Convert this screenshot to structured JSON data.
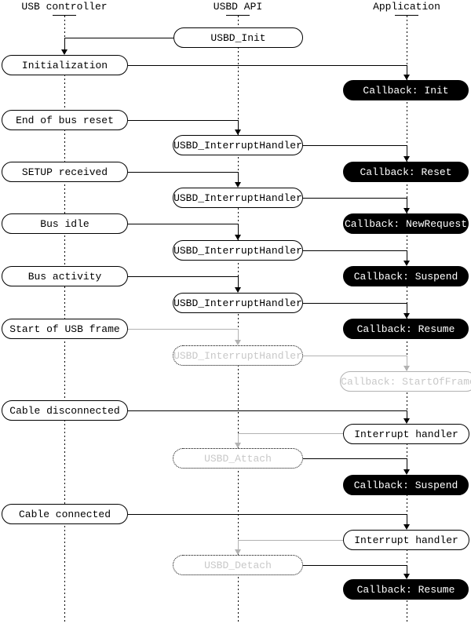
{
  "columns": {
    "left": "USB controller",
    "center": "USBD API",
    "right": "Application"
  },
  "labels": {
    "usbd_init": "USBD_Init",
    "usbd_interrupt_handler": "USBD_InterruptHandler",
    "usbd_attach": "USBD_Attach",
    "usbd_detach": "USBD_Detach",
    "initialization": "Initialization",
    "end_of_bus_reset": "End of bus reset",
    "setup_received": "SETUP received",
    "bus_idle": "Bus idle",
    "bus_activity": "Bus activity",
    "start_of_usb_frame": "Start of USB frame",
    "cable_disconnected": "Cable disconnected",
    "cable_connected": "Cable connected",
    "interrupt_handler": "Interrupt handler",
    "cb_init": "Callback: Init",
    "cb_reset": "Callback: Reset",
    "cb_new_request": "Callback: NewRequest",
    "cb_suspend": "Callback: Suspend",
    "cb_resume": "Callback: Resume",
    "cb_start_of_frame": "Callback: StartOfFrame"
  },
  "colors": {
    "line": "#000000",
    "gray_line": "#b2b2b2",
    "gray_text": "#c8c8c8",
    "callback_bg": "#000000",
    "callback_text": "#ffffff",
    "background": "#ffffff"
  },
  "flows": [
    {
      "from": "USBD_Init",
      "to": "Initialization",
      "style": "black"
    },
    {
      "from": "Initialization",
      "to": "Callback: Init",
      "style": "black"
    },
    {
      "from": "End of bus reset",
      "to": "USBD_InterruptHandler",
      "style": "black"
    },
    {
      "from": "USBD_InterruptHandler",
      "to": "Callback: Reset",
      "style": "black"
    },
    {
      "from": "SETUP received",
      "to": "USBD_InterruptHandler",
      "style": "black"
    },
    {
      "from": "USBD_InterruptHandler",
      "to": "Callback: NewRequest",
      "style": "black"
    },
    {
      "from": "Bus idle",
      "to": "USBD_InterruptHandler",
      "style": "black"
    },
    {
      "from": "USBD_InterruptHandler",
      "to": "Callback: Suspend",
      "style": "black"
    },
    {
      "from": "Bus activity",
      "to": "USBD_InterruptHandler",
      "style": "black"
    },
    {
      "from": "USBD_InterruptHandler",
      "to": "Callback: Resume",
      "style": "black"
    },
    {
      "from": "Start of USB frame",
      "to": "USBD_InterruptHandler",
      "style": "gray"
    },
    {
      "from": "USBD_InterruptHandler",
      "to": "Callback: StartOfFrame",
      "style": "gray"
    },
    {
      "from": "Cable disconnected",
      "to": "Interrupt handler",
      "style": "black"
    },
    {
      "from": "Interrupt handler",
      "to": "USBD_Attach",
      "style": "gray"
    },
    {
      "from": "USBD_Attach",
      "to": "Callback: Suspend",
      "style": "black"
    },
    {
      "from": "Cable connected",
      "to": "Interrupt handler",
      "style": "black"
    },
    {
      "from": "Interrupt handler",
      "to": "USBD_Detach",
      "style": "gray"
    },
    {
      "from": "USBD_Detach",
      "to": "Callback: Resume",
      "style": "black"
    }
  ]
}
